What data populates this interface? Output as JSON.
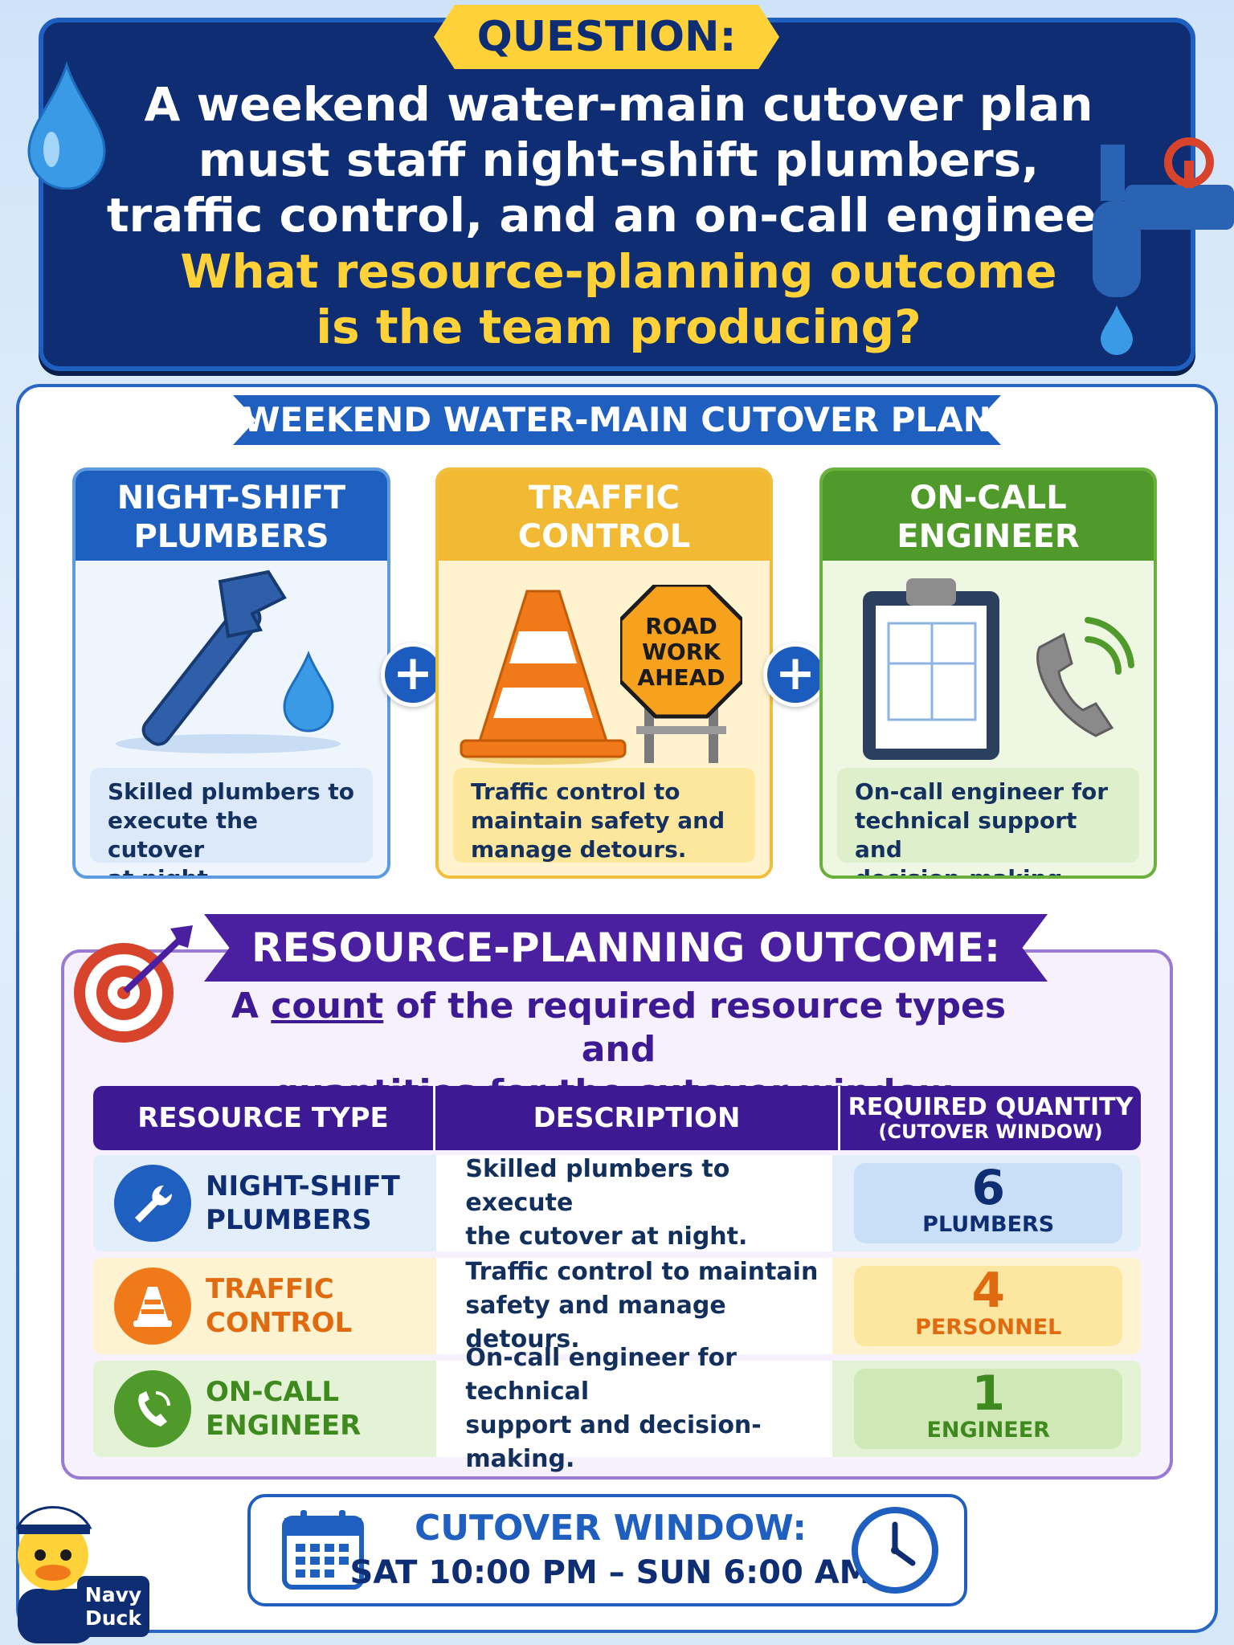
{
  "question": {
    "tag": "QUESTION:",
    "line1": "A weekend water-main cutover plan",
    "line2": "must staff night-shift plumbers,",
    "line3": "traffic control, and an on-call engineer.",
    "line4": "What resource-planning outcome",
    "line5": "is the team producing?"
  },
  "plan": {
    "title": "WEEKEND WATER-MAIN CUTOVER PLAN",
    "cards": [
      {
        "title1": "NIGHT-SHIFT",
        "title2": "PLUMBERS",
        "desc1": "Skilled plumbers to",
        "desc2": "execute the cutover",
        "desc3": "at night."
      },
      {
        "title1": "TRAFFIC",
        "title2": "CONTROL",
        "desc1": "Traffic control to",
        "desc2": "maintain safety and",
        "desc3": "manage detours.",
        "sign1": "ROAD",
        "sign2": "WORK",
        "sign3": "AHEAD"
      },
      {
        "title1": "ON-CALL",
        "title2": "ENGINEER",
        "desc1": "On-call engineer for",
        "desc2": "technical support and",
        "desc3": "decision-making."
      }
    ],
    "plus": "+"
  },
  "outcome": {
    "title": "RESOURCE-PLANNING OUTCOME:",
    "text_a": "A ",
    "text_count": "count",
    "text_b": " of the required resource types and",
    "text_c": "quantities for the cutover window.",
    "headers": {
      "type": "RESOURCE TYPE",
      "desc": "DESCRIPTION",
      "qty": "REQUIRED QUANTITY",
      "qty_sub": "(CUTOVER WINDOW)"
    },
    "rows": [
      {
        "type1": "NIGHT-SHIFT",
        "type2": "PLUMBERS",
        "desc1": "Skilled plumbers to execute",
        "desc2": "the cutover at night.",
        "qty": "6",
        "unit": "PLUMBERS"
      },
      {
        "type1": "TRAFFIC",
        "type2": "CONTROL",
        "desc1": "Traffic control to maintain",
        "desc2": "safety and manage detours.",
        "qty": "4",
        "unit": "PERSONNEL"
      },
      {
        "type1": "ON-CALL",
        "type2": "ENGINEER",
        "desc1": "On-call engineer for technical",
        "desc2": "support and decision-making.",
        "qty": "1",
        "unit": "ENGINEER"
      }
    ]
  },
  "cutover": {
    "title": "CUTOVER WINDOW:",
    "time": "SAT 10:00 PM – SUN 6:00 AM"
  },
  "mascot": {
    "line1": "Navy",
    "line2": "Duck"
  },
  "colors": {
    "navy": "#0e2d72",
    "blue": "#1e5fbf",
    "yellow": "#ffd23a",
    "orange": "#f07a1a",
    "green": "#4f9a2a",
    "purple": "#3d1a93"
  }
}
